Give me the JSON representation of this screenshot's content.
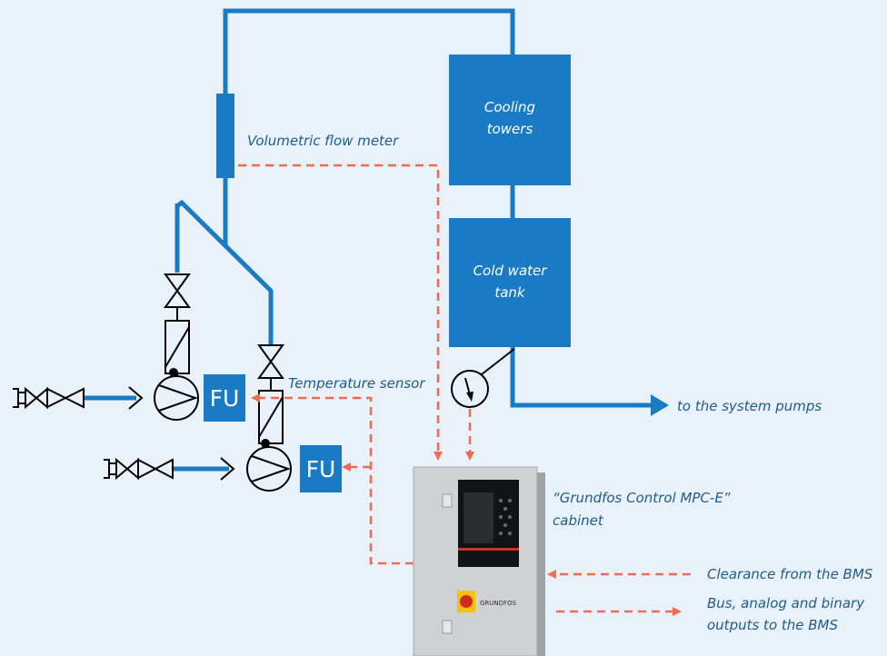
{
  "colors": {
    "background": "#e9f2fa",
    "pipe": "#1a7bc4",
    "box": "#1a7bc4",
    "signal": "#f26b50",
    "label": "#1f5c8c",
    "symbol": "#000000"
  },
  "components": {
    "cooling_towers": {
      "line1": "Cooling",
      "line2": "towers"
    },
    "cold_water_tank": {
      "line1": "Cold water",
      "line2": "tank"
    },
    "flow_meter": {
      "label": "Volumetric flow meter"
    },
    "temperature_sensor": {
      "label": "Temperature sensor"
    },
    "frequency_unit_1": {
      "label": "FU"
    },
    "frequency_unit_2": {
      "label": "FU"
    },
    "outlet": {
      "label": "to the system pumps"
    },
    "cabinet": {
      "line1": "“Grundfos Control MPC-E”",
      "line2": "cabinet",
      "brand": "GRUNDFOS"
    }
  },
  "legend": {
    "clearance": {
      "label": "Clearance from the BMS"
    },
    "outputs": {
      "line1": "Bus, analog and binary",
      "line2": "outputs to the BMS"
    }
  }
}
